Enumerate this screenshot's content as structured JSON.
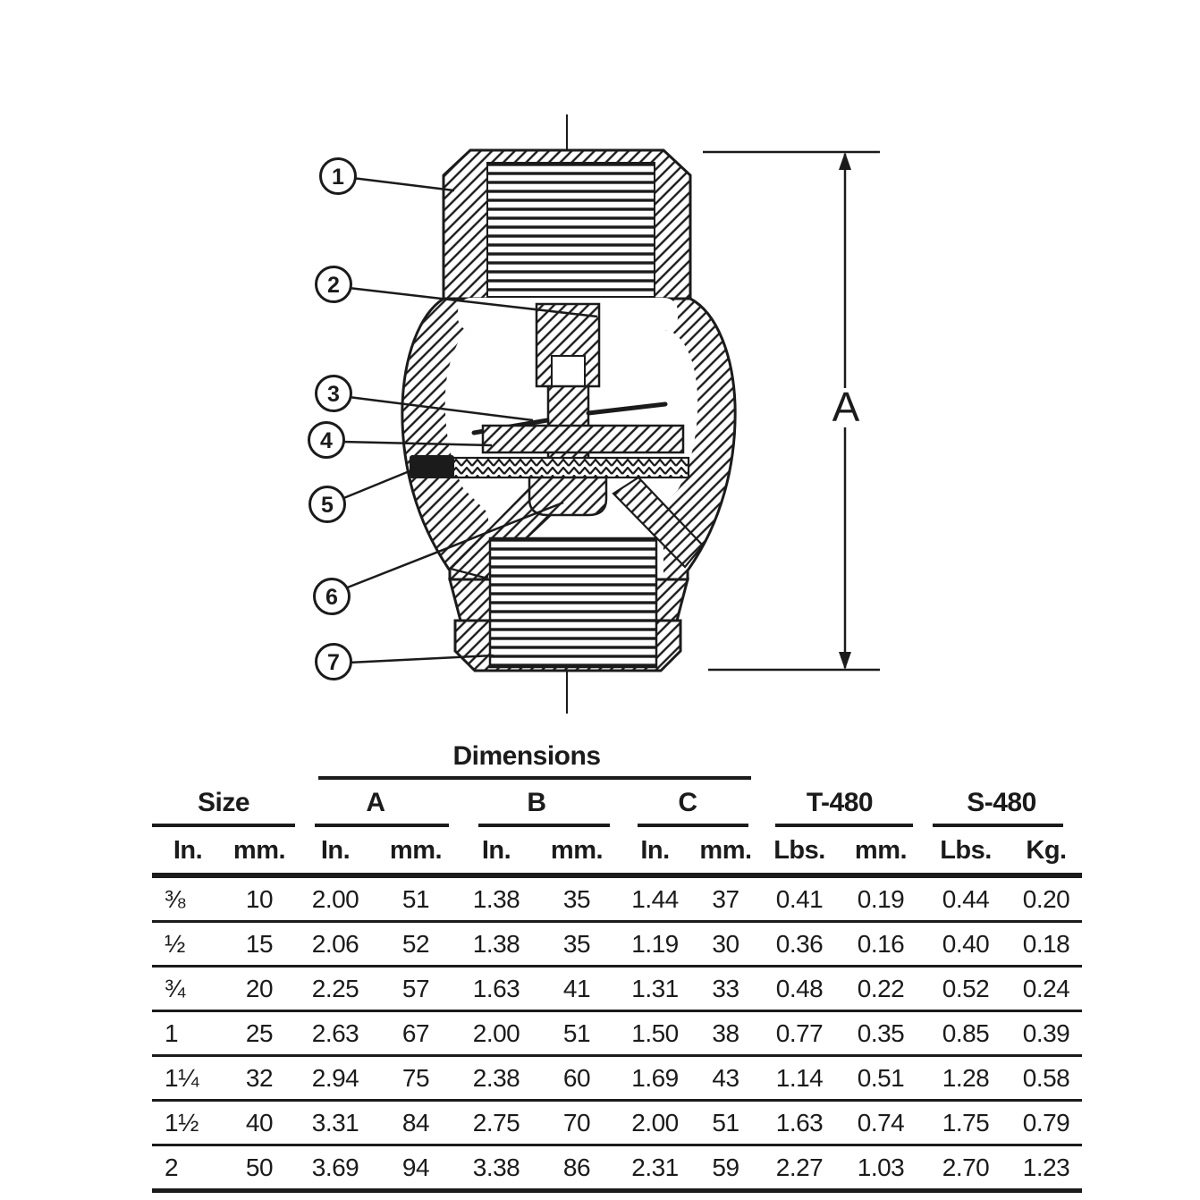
{
  "colors": {
    "ink": "#1b1b1b",
    "background": "#ffffff"
  },
  "figure": {
    "description": "check valve cross-section drawing",
    "callouts": [
      "1",
      "2",
      "3",
      "4",
      "5",
      "6",
      "7"
    ],
    "dimension_label": "A"
  },
  "table": {
    "title": "Dimensions",
    "groups": [
      "Size",
      "A",
      "B",
      "C",
      "T-480",
      "S-480"
    ],
    "columns": [
      "In.",
      "mm.",
      "In.",
      "mm.",
      "In.",
      "mm.",
      "In.",
      "mm.",
      "Lbs.",
      "mm.",
      "Lbs.",
      "Kg."
    ],
    "rows": [
      [
        "⅜",
        "10",
        "2.00",
        "51",
        "1.38",
        "35",
        "1.44",
        "37",
        "0.41",
        "0.19",
        "0.44",
        "0.20"
      ],
      [
        "½",
        "15",
        "2.06",
        "52",
        "1.38",
        "35",
        "1.19",
        "30",
        "0.36",
        "0.16",
        "0.40",
        "0.18"
      ],
      [
        "¾",
        "20",
        "2.25",
        "57",
        "1.63",
        "41",
        "1.31",
        "33",
        "0.48",
        "0.22",
        "0.52",
        "0.24"
      ],
      [
        "1",
        "25",
        "2.63",
        "67",
        "2.00",
        "51",
        "1.50",
        "38",
        "0.77",
        "0.35",
        "0.85",
        "0.39"
      ],
      [
        "1¼",
        "32",
        "2.94",
        "75",
        "2.38",
        "60",
        "1.69",
        "43",
        "1.14",
        "0.51",
        "1.28",
        "0.58"
      ],
      [
        "1½",
        "40",
        "3.31",
        "84",
        "2.75",
        "70",
        "2.00",
        "51",
        "1.63",
        "0.74",
        "1.75",
        "0.79"
      ],
      [
        "2",
        "50",
        "3.69",
        "94",
        "3.38",
        "86",
        "2.31",
        "59",
        "2.27",
        "1.03",
        "2.70",
        "1.23"
      ]
    ]
  }
}
